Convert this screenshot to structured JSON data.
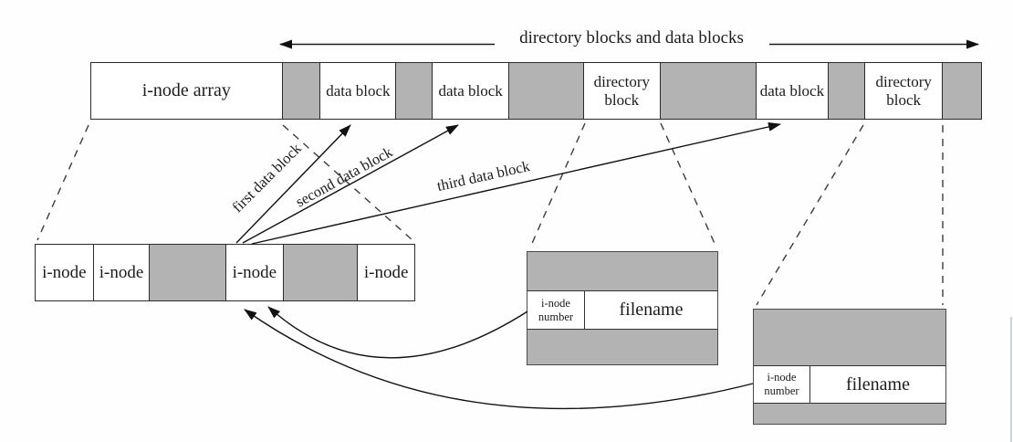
{
  "figure": {
    "header_arrow_label": "directory blocks and data blocks"
  },
  "disk_bar": {
    "segments": [
      {
        "type": "white",
        "label": "i-node array"
      },
      {
        "type": "gray",
        "label": ""
      },
      {
        "type": "white",
        "label": "data block"
      },
      {
        "type": "gray",
        "label": ""
      },
      {
        "type": "white",
        "label": "data block"
      },
      {
        "type": "gray",
        "label": ""
      },
      {
        "type": "white",
        "label": "directory block"
      },
      {
        "type": "gray",
        "label": ""
      },
      {
        "type": "white",
        "label": "data block"
      },
      {
        "type": "gray",
        "label": ""
      },
      {
        "type": "white",
        "label": "directory block"
      },
      {
        "type": "gray",
        "label": ""
      }
    ]
  },
  "inode_bar": {
    "segments": [
      {
        "type": "white",
        "label": "i-node"
      },
      {
        "type": "white",
        "label": "i-node"
      },
      {
        "type": "gray",
        "label": ""
      },
      {
        "type": "white",
        "label": "i-node"
      },
      {
        "type": "gray",
        "label": ""
      },
      {
        "type": "white",
        "label": "i-node"
      }
    ]
  },
  "arrow_labels": {
    "first": "first data block",
    "second": "second data block",
    "third": "third data block"
  },
  "directory_entry_boxes": [
    {
      "inode_number_label": "i-node number",
      "filename_label": "filename"
    },
    {
      "inode_number_label": "i-node number",
      "filename_label": "filename"
    }
  ],
  "colors": {
    "block_gray": "#b3b3b3",
    "line_dark": "#2b2b2b",
    "box_border": "#4a4a4a",
    "artifact_line": "#ccd5dd"
  }
}
